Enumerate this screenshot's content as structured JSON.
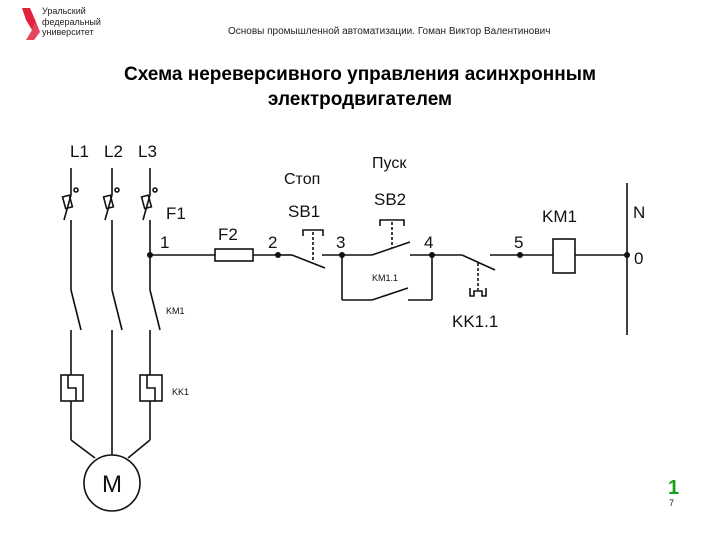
{
  "logo": {
    "lines": [
      "Уральский",
      "федеральный",
      "университет"
    ],
    "accent": "#e3233e"
  },
  "header": {
    "course": "Основы промышленной автоматизации.",
    "author": "Гоман Виктор Валентинович"
  },
  "title": {
    "line1": "Схема нереверсивного управления асинхронным",
    "line2": "электродвигателем"
  },
  "diagram": {
    "phase_labels": [
      "L1",
      "L2",
      "L3"
    ],
    "fuse_main": "F1",
    "fuse_control": "F2",
    "stop_label": "Стоп",
    "stop_button": "SB1",
    "start_label": "Пуск",
    "start_button": "SB2",
    "coil": "KM1",
    "neutral": "N",
    "neutral_num": "0",
    "nodes": [
      "1",
      "2",
      "3",
      "4",
      "5"
    ],
    "km_contacts": "KM1",
    "thermal_relay": "KK1",
    "holding_contact": "KM1.1",
    "thermal_contact": "KK1.1",
    "motor": "M"
  },
  "page": {
    "number": "1",
    "sub": "7"
  }
}
